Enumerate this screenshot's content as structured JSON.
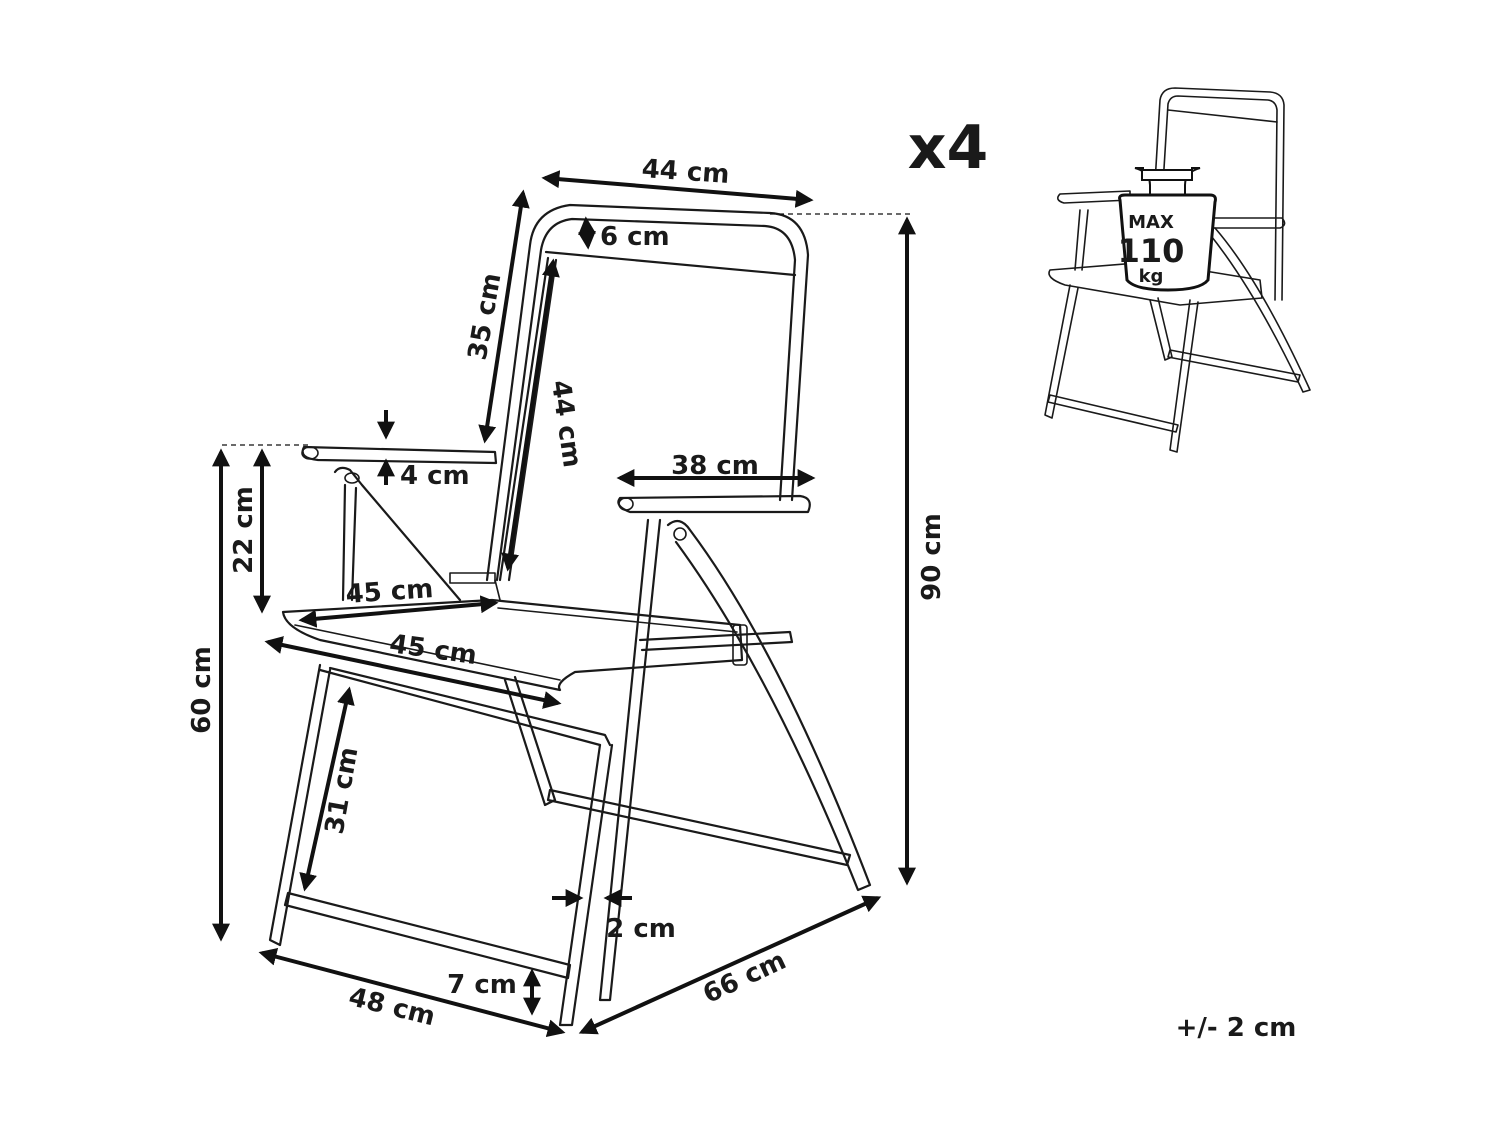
{
  "quantity_label": "x4",
  "tolerance_label": "+/- 2 cm",
  "max_load": {
    "line1": "MAX",
    "line2": "110",
    "line3": "kg"
  },
  "dimensions": {
    "back_width": "44 cm",
    "top_band": "6 cm",
    "back_height": "35 cm",
    "backrest_length": "44 cm",
    "armrest_thickness": "4 cm",
    "armrest_length": "38 cm",
    "arm_above_seat": "22 cm",
    "seat_depth_back": "45 cm",
    "seat_depth_front": "45 cm",
    "seat_height": "60 cm",
    "leg_height": "31 cm",
    "total_height": "90 cm",
    "tube_diameter": "2 cm",
    "foot_bar_height": "7 cm",
    "base_width": "48 cm",
    "base_depth": "66 cm"
  }
}
